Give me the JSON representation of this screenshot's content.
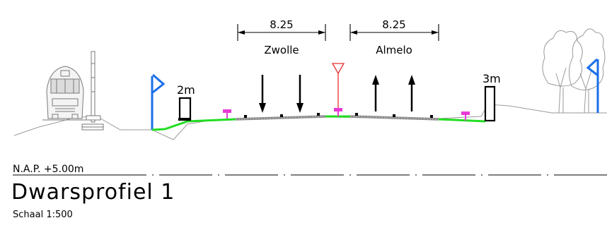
{
  "datum": {
    "label": "N.A.P. +5.00m"
  },
  "title": {
    "text": "Dwarsprofiel 1"
  },
  "scale": {
    "text": "Schaal 1:500"
  },
  "carriageways": [
    {
      "width": "8.25",
      "direction_label": "Zwolle",
      "arrow_direction": "down"
    },
    {
      "width": "8.25",
      "direction_label": "Almelo",
      "arrow_direction": "up"
    }
  ],
  "noise_barriers": [
    {
      "height": "2m"
    },
    {
      "height": "3m"
    }
  ],
  "colors": {
    "verge": "#22dd22",
    "flag": "#1a6fe8",
    "guardrail_symbol": "#e83ad6",
    "median_symbol": "#e83030",
    "terrain": "#9a9a9a",
    "pavement": "#888888",
    "drawing_line": "#000000"
  },
  "icons": [
    "train-icon",
    "signal-mast-icon",
    "flag-icon",
    "tree-icon",
    "guardrail-icon",
    "median-marker-icon"
  ]
}
